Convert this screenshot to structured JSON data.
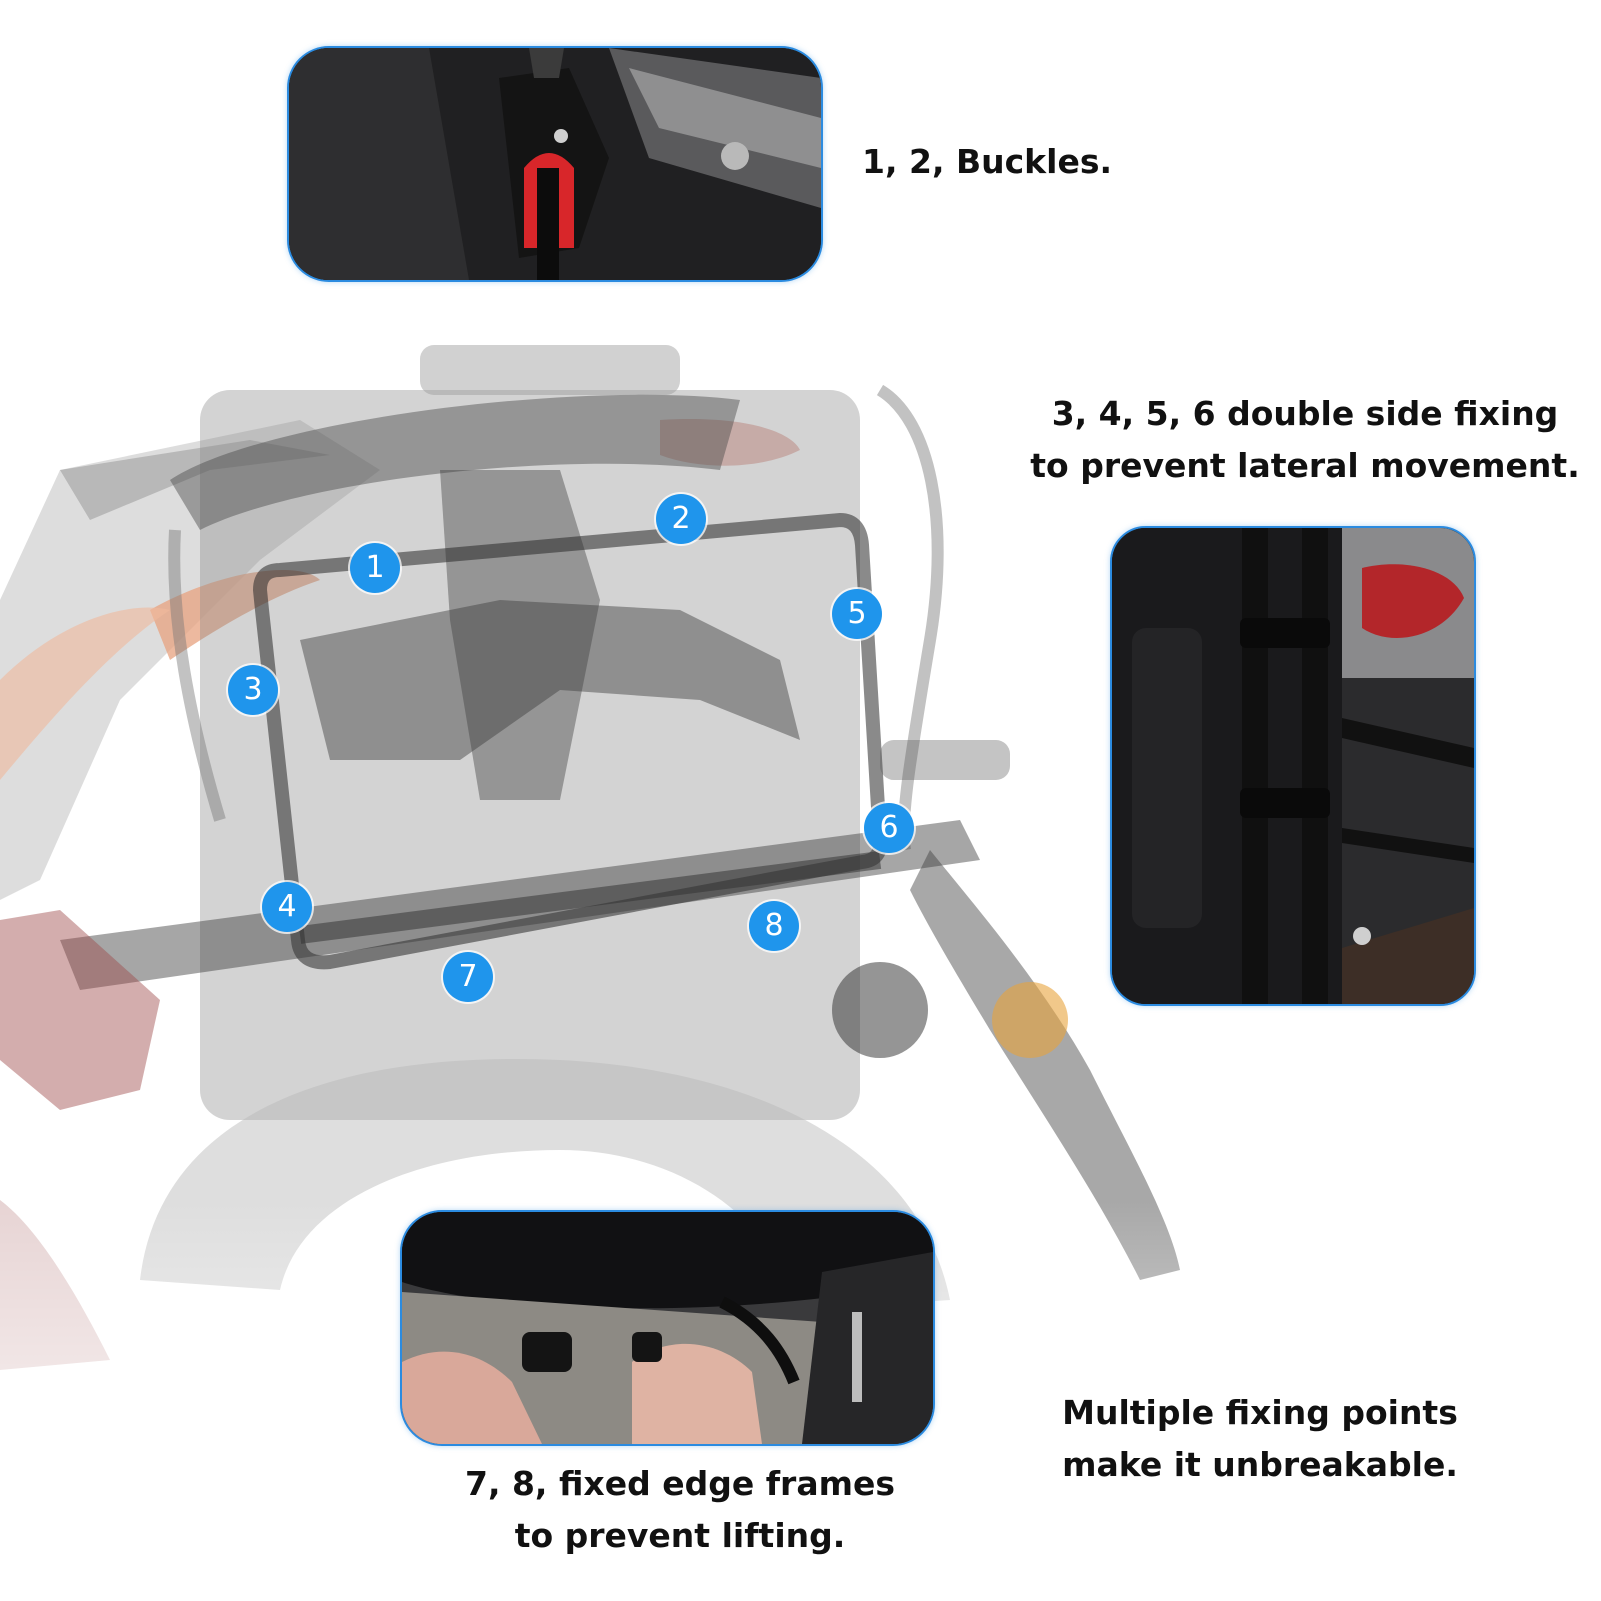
{
  "callouts": {
    "m1": "1",
    "m2": "2",
    "m3": "3",
    "m4": "4",
    "m5": "5",
    "m6": "6",
    "m7": "7",
    "m8": "8"
  },
  "captions": {
    "buckles": "1, 2, Buckles.",
    "side_fixing": [
      "3, 4, 5, 6 double side fixing",
      "to prevent lateral movement."
    ],
    "multiple_points": [
      "Multiple fixing points",
      "make it unbreakable."
    ],
    "edge_frames": [
      "7, 8, fixed edge frames",
      "to prevent lifting."
    ]
  },
  "colors": {
    "accent_blue": "#1f95ec",
    "inset_border": "#2b8be0",
    "caption_text": "#111111",
    "background": "#ffffff"
  }
}
